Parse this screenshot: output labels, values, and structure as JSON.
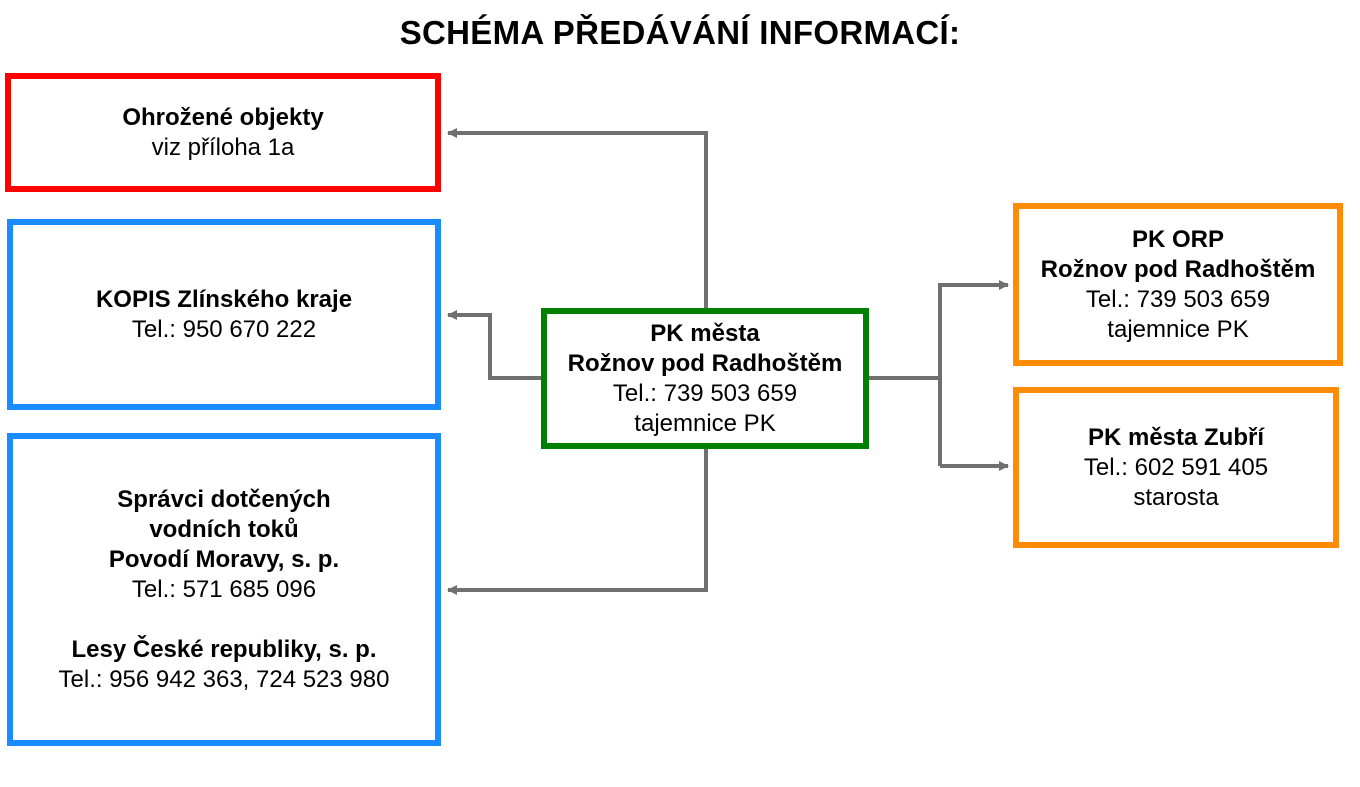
{
  "title": "SCHÉMA PŘEDÁVÁNÍ INFORMACÍ:",
  "colors": {
    "threatened": "#ff0000",
    "external": "#1a8cff",
    "center": "#008000",
    "partner": "#ff8c00",
    "connector": "#707070"
  },
  "threatened_objects": {
    "name": "Ohrožené objekty",
    "note": "viz příloha 1a"
  },
  "kopis": {
    "name": "KOPIS Zlínského kraje",
    "phone": "Tel.: 950 670 222"
  },
  "water_managers": {
    "line1": "Správci dotčených",
    "line2": "vodních toků",
    "line3": "Povodí Moravy, s. p.",
    "phone1": "Tel.: 571 685 096",
    "line4": "Lesy České republiky, s. p.",
    "phone2": "Tel.: 956 942 363, 724 523 980"
  },
  "center": {
    "line1": "PK města",
    "line2": "Rožnov pod Radhoštěm",
    "phone": "Tel.: 739 503 659",
    "role": "tajemnice PK"
  },
  "orp": {
    "line1": "PK ORP",
    "line2": "Rožnov pod Radhoštěm",
    "phone": "Tel.: 739 503 659",
    "role": "tajemnice PK"
  },
  "zubri": {
    "name": "PK města Zubří",
    "phone": "Tel.: 602 591 405",
    "role": "starosta"
  }
}
